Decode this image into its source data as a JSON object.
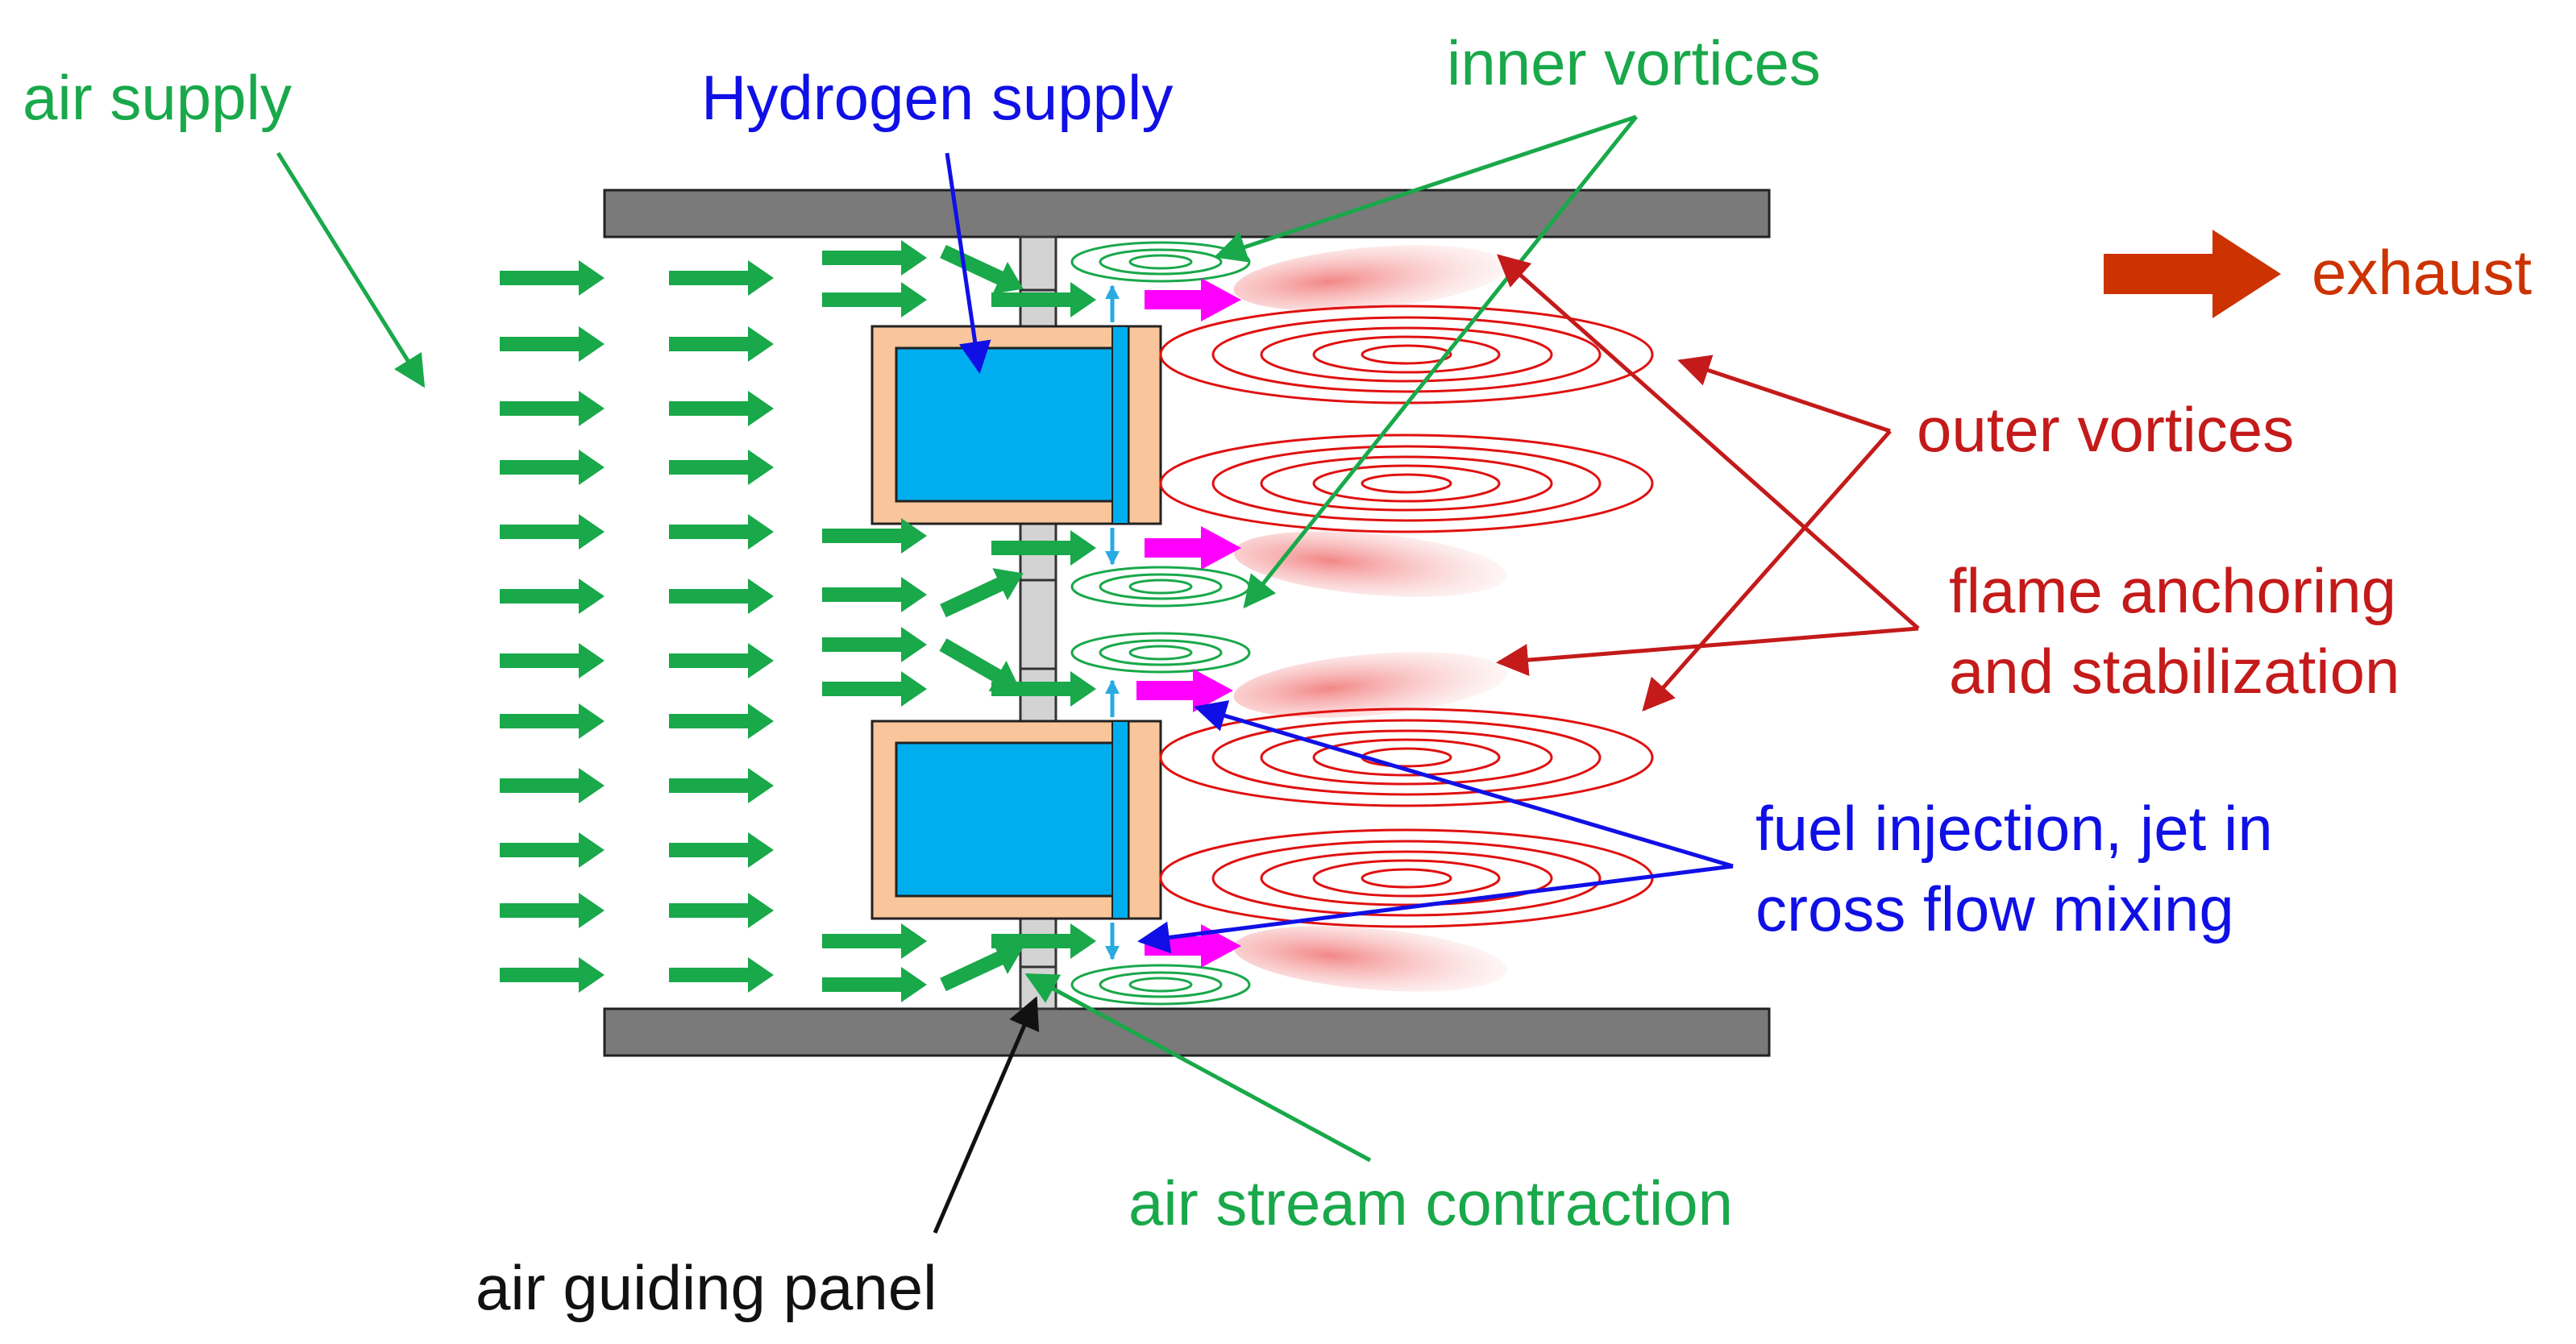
{
  "labels": {
    "air_supply": "air supply",
    "hydrogen_supply": "Hydrogen supply",
    "inner_vortices": "inner vortices",
    "exhaust": "exhaust",
    "outer_vortices": "outer vortices",
    "flame_line1": "flame anchoring",
    "flame_line2": "and stabilization",
    "fuel_line1": "fuel injection, jet in",
    "fuel_line2": "cross flow mixing",
    "air_stream_contraction": "air stream contraction",
    "air_guiding_panel": "air guiding panel"
  },
  "colors": {
    "green": "#19a84a",
    "arrow_green": "#19a84a",
    "blue": "#1010e6",
    "red": "#c41a1a",
    "exhaust_orange": "#cc3300",
    "wall_gray": "#7a7a7a",
    "hydrogen_blue": "#00aeef",
    "shell_peach": "#f9c59a",
    "magenta": "#ff00ff",
    "light_blue": "#29abe2",
    "black": "#111111"
  }
}
